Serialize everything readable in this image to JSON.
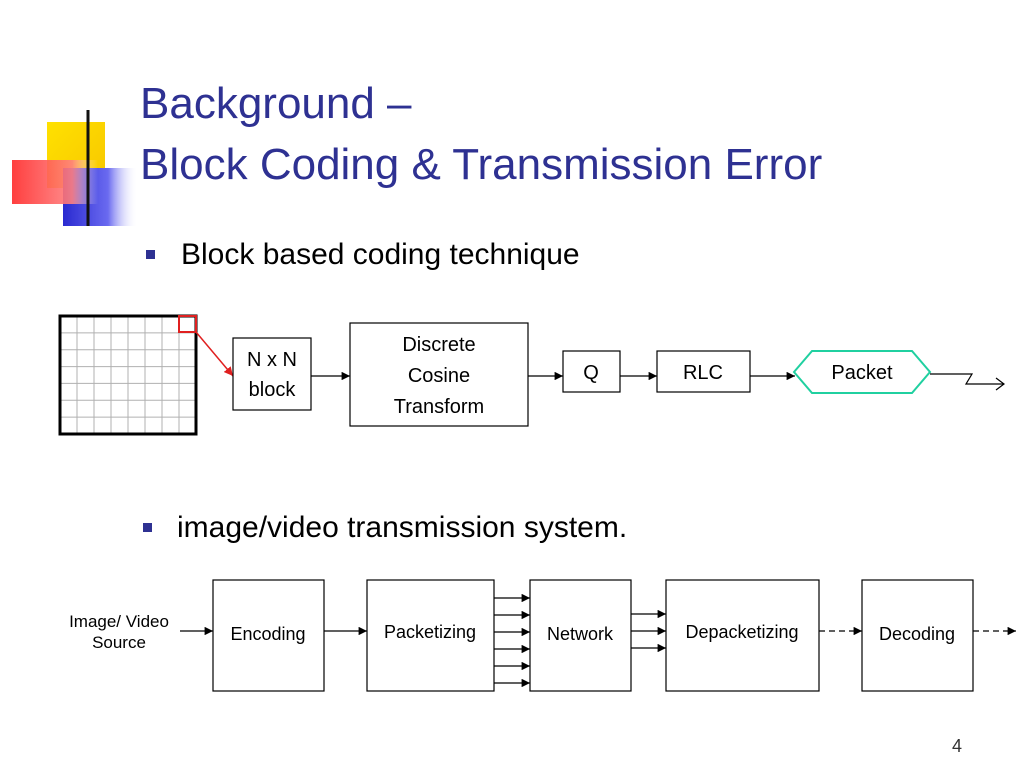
{
  "slide": {
    "title_line1": "Background –",
    "title_line2": "Block Coding & Transmission Error",
    "page_number": "4"
  },
  "bullets": [
    {
      "text": "Block based coding technique"
    },
    {
      "text": "image/video transmission system."
    }
  ],
  "pipeline1": {
    "block": [
      "N x N",
      "block"
    ],
    "dct": [
      "Discrete",
      "Cosine",
      "Transform"
    ],
    "quant": "Q",
    "rlc": "RLC",
    "packet": "Packet"
  },
  "pipeline2": {
    "source": [
      "Image/ Video",
      "Source"
    ],
    "encoding": "Encoding",
    "packetizing": "Packetizing",
    "network": "Network",
    "depacketizing": "Depacketizing",
    "decoding": "Decoding"
  },
  "colors": {
    "title": "#2e3192",
    "bullet": "#2e3192",
    "accent_yellow": "#ffd400",
    "accent_blue": "#3b3bd6",
    "accent_red": "#ff3333",
    "highlight_red": "#e02020",
    "packet_border": "#20d0a0"
  }
}
